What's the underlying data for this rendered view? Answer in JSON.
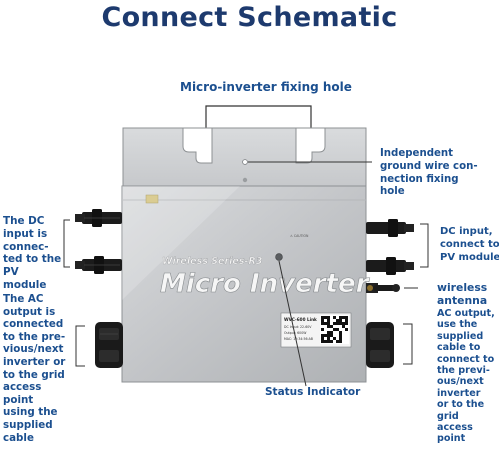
{
  "title": "Connect Schematic",
  "callouts": {
    "fixing_hole": "Micro-inverter fixing hole",
    "ground_hole": [
      "Independent",
      "ground wire con-",
      "nection fixing",
      "hole"
    ],
    "dc_left": [
      "The DC",
      "input is",
      "connec-",
      "ted to the",
      "PV",
      "module"
    ],
    "dc_right": [
      "DC input,",
      "connect to",
      "PV modules"
    ],
    "wireless": [
      "wireless",
      "antenna"
    ],
    "ac_left": [
      "The AC",
      "output is",
      "connected",
      "to the pre-",
      "vious/next",
      "inverter or",
      "to the grid",
      "access",
      "point",
      "using the",
      "supplied",
      "cable"
    ],
    "ac_right": [
      "AC output,",
      "use the",
      "supplied",
      "cable to",
      "connect to",
      "the previ-",
      "ous/next",
      "inverter",
      "or to the",
      "grid",
      "access",
      "point"
    ],
    "status": "Status Indicator"
  },
  "device": {
    "series": "Wireless Series-R3",
    "name": "Micro Inverter",
    "model_label": "WVC-600 Link",
    "spec_lines": [
      "DC Input: 22-60V",
      "Output: 600W",
      "MAC: 12:34:56:AB"
    ]
  },
  "colors": {
    "title": "#1d3a6e",
    "callout": "#1b4f8f",
    "housing": "#c9cbcd",
    "bracket": "#d4d6d8",
    "connector": "#1a1a1a"
  }
}
